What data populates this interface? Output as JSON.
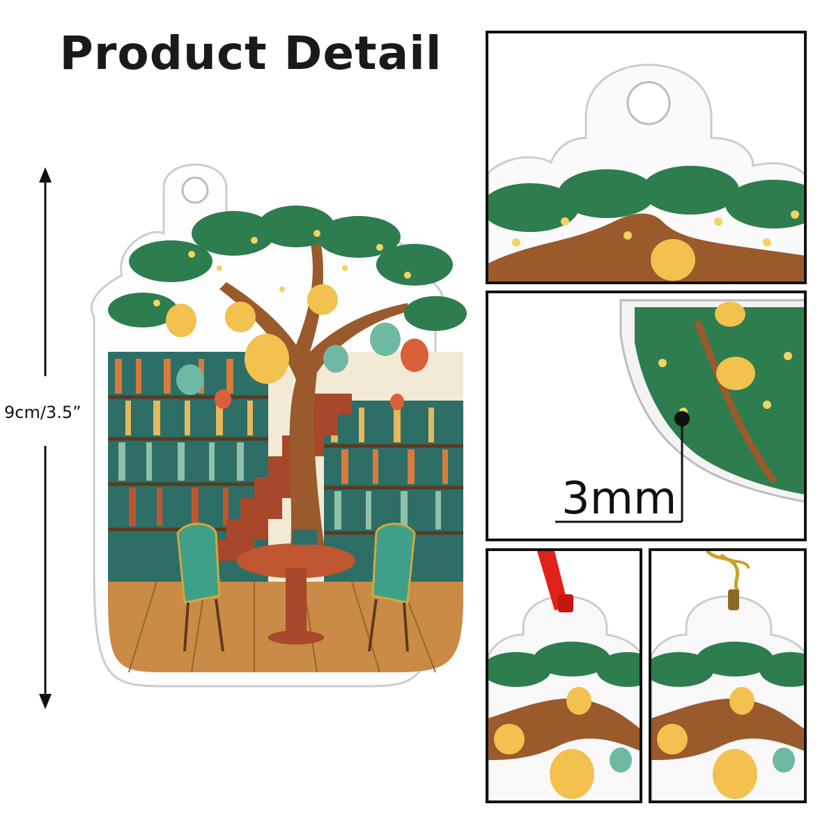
{
  "header": {
    "title": "Product Detail"
  },
  "dimension": {
    "size_label": "9cm/3.5”"
  },
  "detail_thickness": {
    "label": "3mm"
  },
  "colors": {
    "leaf": "#2e7d4f",
    "trunk": "#9a5a2c",
    "lantern_yellow": "#f2c14e",
    "lantern_teal": "#6fb8a3",
    "lantern_red": "#d9603b",
    "shelf_teal": "#2d6e67",
    "floor": "#c98b45",
    "ribbon_red": "#e0201b",
    "string_gold": "#c9a227"
  },
  "icons": [
    "double-arrow-icon",
    "ribbon-icon",
    "gold-string-icon"
  ]
}
